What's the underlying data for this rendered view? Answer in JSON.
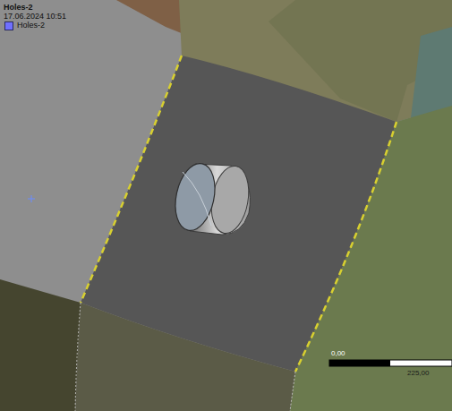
{
  "diagram": {
    "title": "Holes-2",
    "labels": [
      "17.06.2024 10:51",
      "0,00",
      "225,00"
    ],
    "legend": [
      {
        "text": "Holes-2",
        "color": "#7070ff"
      }
    ]
  }
}
